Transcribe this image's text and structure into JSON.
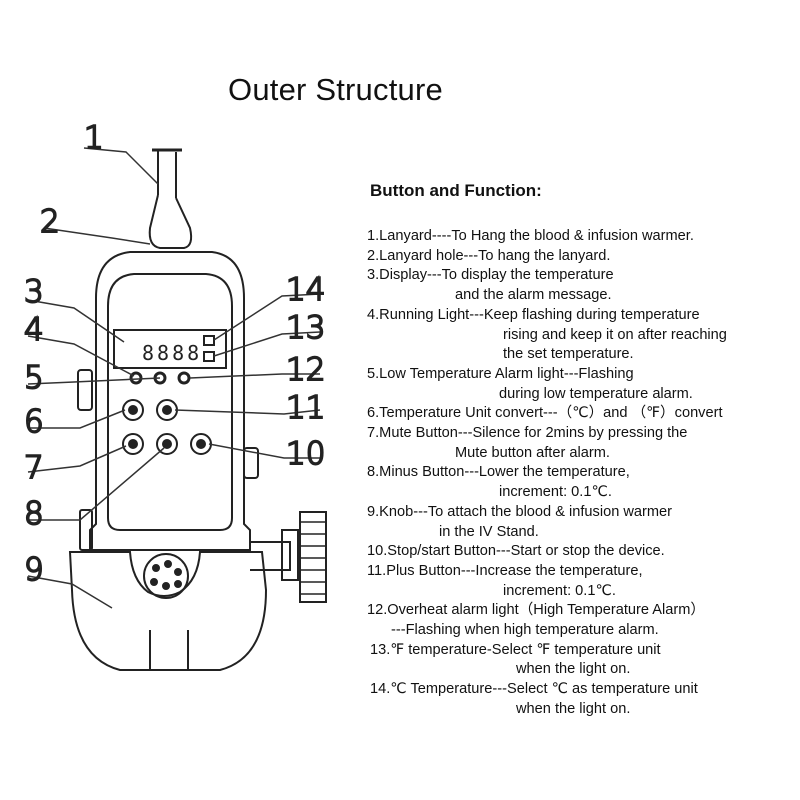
{
  "title": "Outer Structure",
  "diagram": {
    "callouts": [
      "1",
      "2",
      "3",
      "4",
      "5",
      "6",
      "7",
      "8",
      "9",
      "10",
      "11",
      "12",
      "13",
      "14"
    ],
    "display_digits": "8888"
  },
  "functions": {
    "heading": "Button and Function:",
    "items": [
      {
        "lines": [
          "1.Lanyard----To Hang the blood & infusion warmer."
        ]
      },
      {
        "lines": [
          "2.Lanyard hole---To hang the lanyard."
        ]
      },
      {
        "lines": [
          "3.Display---To display the temperature",
          "and the alarm message."
        ]
      },
      {
        "lines": [
          "4.Running Light---Keep flashing during temperature",
          "rising and keep it on after reaching",
          "the set temperature."
        ]
      },
      {
        "lines": [
          "5.Low Temperature Alarm light---Flashing",
          "during low temperature alarm."
        ]
      },
      {
        "lines": [
          "6.Temperature Unit convert---（℃）and （℉）convert"
        ]
      },
      {
        "lines": [
          "7.Mute Button---Silence for 2mins by pressing the",
          "Mute button after alarm."
        ]
      },
      {
        "lines": [
          "8.Minus Button---Lower the temperature,",
          "increment: 0.1℃."
        ]
      },
      {
        "lines": [
          "9.Knob---To attach the blood & infusion warmer",
          "in the IV Stand."
        ]
      },
      {
        "lines": [
          "10.Stop/start Button---Start or stop the device."
        ]
      },
      {
        "lines": [
          "11.Plus Button---Increase the temperature,",
          "increment: 0.1℃."
        ]
      },
      {
        "lines": [
          "12.Overheat alarm light（High Temperature Alarm）",
          "---Flashing when high temperature alarm."
        ]
      },
      {
        "lines": [
          "13.℉ temperature-Select ℉ temperature unit",
          "when the light on."
        ]
      },
      {
        "lines": [
          "14.℃ Temperature---Select ℃ as temperature unit",
          "when the light on."
        ]
      }
    ]
  }
}
